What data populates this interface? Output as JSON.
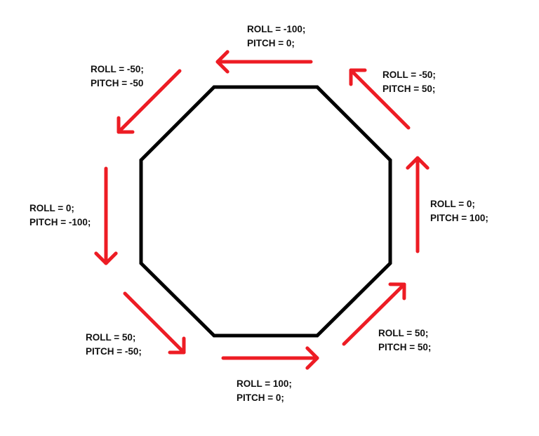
{
  "colors": {
    "arrow": "#ed1c24",
    "octagon": "#000000"
  },
  "labels": [
    {
      "roll": "ROLL = -100;",
      "pitch": "PITCH = 0;"
    },
    {
      "roll": "ROLL = -50;",
      "pitch": "PITCH = -50"
    },
    {
      "roll": "ROLL = 0;",
      "pitch": "PITCH = -100;"
    },
    {
      "roll": "ROLL = 50;",
      "pitch": "PITCH = -50;"
    },
    {
      "roll": "ROLL = 100;",
      "pitch": "PITCH = 0;"
    },
    {
      "roll": "ROLL = 50;",
      "pitch": "PITCH = 50;"
    },
    {
      "roll": "ROLL = 0;",
      "pitch": "PITCH = 100;"
    },
    {
      "roll": "ROLL = -50;",
      "pitch": "PITCH = 50;"
    }
  ]
}
